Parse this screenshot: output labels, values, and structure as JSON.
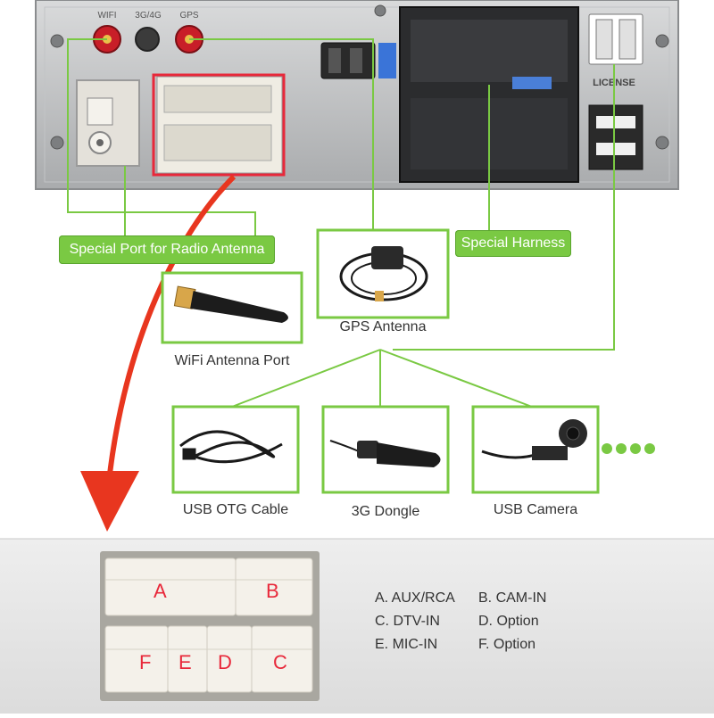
{
  "unit_labels": {
    "port_1": "WIFI",
    "port_2": "3G/4G",
    "port_3": "GPS",
    "license": "LICENSE"
  },
  "callouts": {
    "radio_antenna": "Special Port for Radio Antenna",
    "special_harness": "Special Harness"
  },
  "components": {
    "wifi": "WiFi Antenna Port",
    "gps": "GPS Antenna",
    "usb_otg": "USB OTG Cable",
    "dongle": "3G Dongle",
    "camera": "USB Camera"
  },
  "plug_letters": {
    "a": "A",
    "b": "B",
    "c": "C",
    "d": "D",
    "e": "E",
    "f": "F"
  },
  "connector_legend": [
    [
      "A. AUX/RCA",
      "B. CAM-IN"
    ],
    [
      "C. DTV-IN",
      "D. Option"
    ],
    [
      "E. MIC-IN",
      "F. Option"
    ]
  ],
  "colors": {
    "accent_green": "#7ac943",
    "highlight_red": "#e8361f",
    "panel_gray": "#e6e6e6"
  }
}
